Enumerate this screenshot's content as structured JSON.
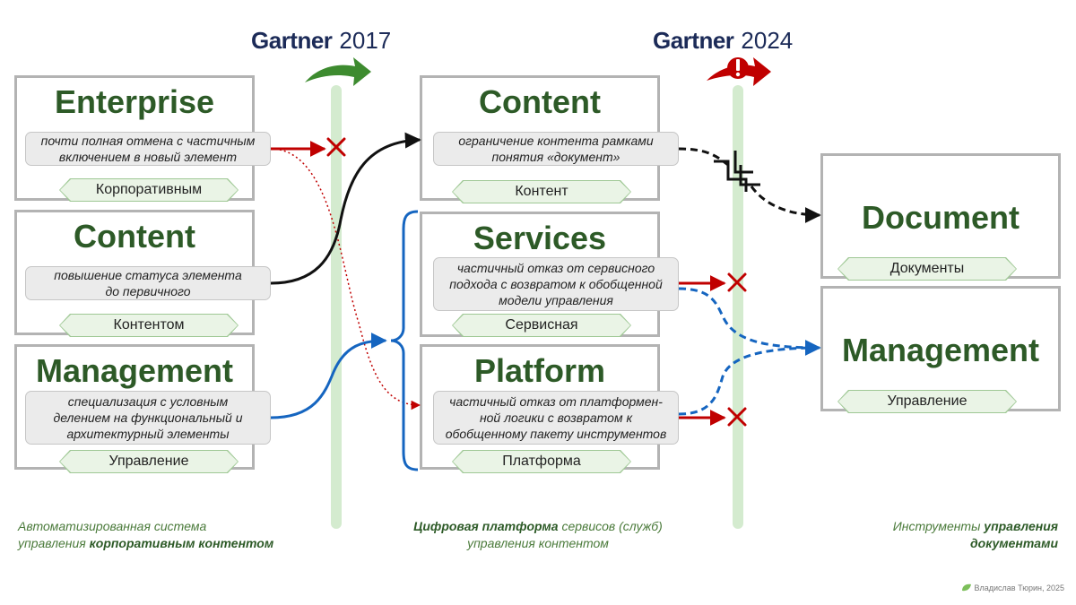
{
  "header": {
    "gartner_2017": {
      "brand": "Gartner",
      "year": "2017"
    },
    "gartner_2024": {
      "brand": "Gartner",
      "year": "2024"
    }
  },
  "left_column": [
    {
      "title": "Enterprise",
      "desc": "почти полная отмена с частичным\nвключением в новый элемент",
      "ru": "Корпоративным"
    },
    {
      "title": "Content",
      "desc": "повышение статуса элемента\nдо первичного",
      "ru": "Контентом"
    },
    {
      "title": "Management",
      "desc": "специализация с условным\nделением на функциональный и\nархитектурный элементы",
      "ru": "Управление"
    }
  ],
  "middle_column": [
    {
      "title": "Content",
      "desc": "ограничение контента рамками\nпонятия «документ»",
      "ru": "Контент"
    },
    {
      "title": "Services",
      "desc": "частичный отказ от сервисного\nподхода с возвратом к обобщенной\nмодели управления",
      "ru": "Сервисная"
    },
    {
      "title": "Platform",
      "desc": "частичный отказ от платформен-\nной логики с возвратом к\nобобщенному пакету инструментов",
      "ru": "Платформа"
    }
  ],
  "right_column": [
    {
      "title": "Document",
      "ru": "Документы"
    },
    {
      "title": "Management",
      "ru": "Управление"
    }
  ],
  "footer": {
    "left": {
      "line1": "Автоматизированная система",
      "line2_plain": "управления ",
      "line2_bold": "корпоративным контентом"
    },
    "middle": {
      "line1_bold": "Цифровая платформа",
      "line1_plain": " сервисов (служб)",
      "line2": "управления контентом"
    },
    "right": {
      "line1_plain": "Инструменты ",
      "line1_bold": "управления",
      "line2_bold": "документами"
    }
  },
  "credit": "Владислав Тюрин, 2025",
  "colors": {
    "title_green": "#2d5a27",
    "accent_red": "#c00000",
    "accent_blue": "#1565c0",
    "timeline_green": "#d4ebcf"
  }
}
